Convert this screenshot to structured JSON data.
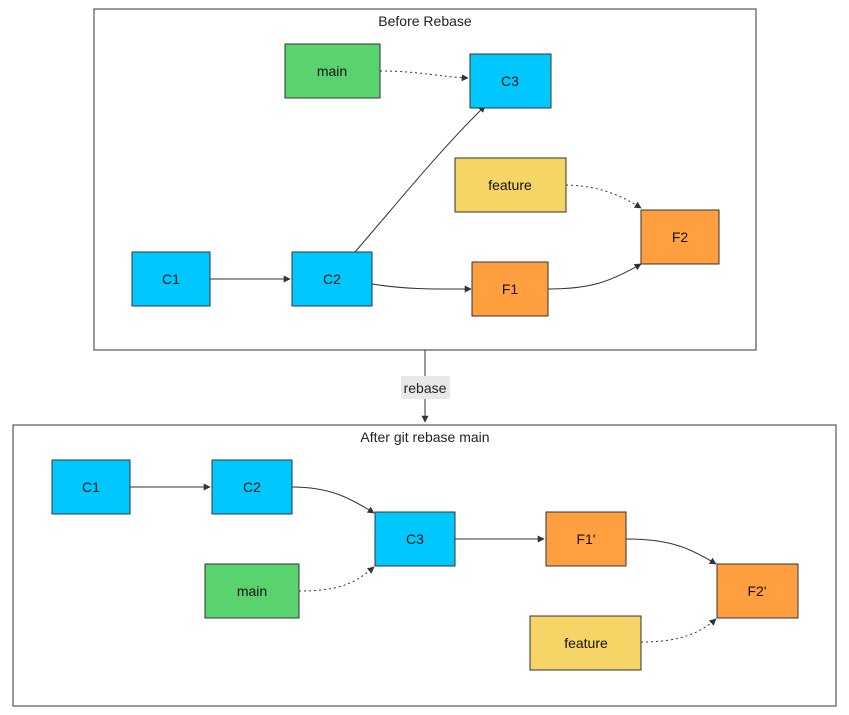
{
  "colors": {
    "commit": "#00c8ff",
    "branch": "#5ad36e",
    "feature_label": "#f5d565",
    "feature_commit": "#ff9f40"
  },
  "clusters": {
    "before": {
      "title": "Before Rebase"
    },
    "after": {
      "title": "After git rebase main"
    }
  },
  "transition": {
    "label": "rebase"
  },
  "before": {
    "main": "main",
    "c1": "C1",
    "c2": "C2",
    "c3": "C3",
    "feature": "feature",
    "f1": "F1",
    "f2": "F2"
  },
  "after": {
    "c1": "C1",
    "c2": "C2",
    "c3": "C3",
    "main": "main",
    "f1p": "F1'",
    "f2p": "F2'",
    "feature": "feature"
  }
}
